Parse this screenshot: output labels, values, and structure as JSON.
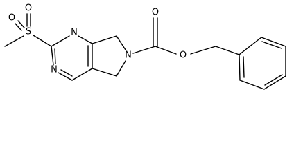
{
  "molecule": {
    "atoms": {
      "sulfur": "S",
      "sulfonyl_oxygen_top": "O",
      "sulfonyl_oxygen_left": "O",
      "ring_nitrogen_top": "N",
      "ring_nitrogen_bottom": "N",
      "pyrrolidine_nitrogen": "N",
      "carbonyl_oxygen": "O",
      "ester_oxygen": "O"
    }
  },
  "colors": {
    "bond": "#000000",
    "label": "#000000",
    "background": "#ffffff"
  }
}
